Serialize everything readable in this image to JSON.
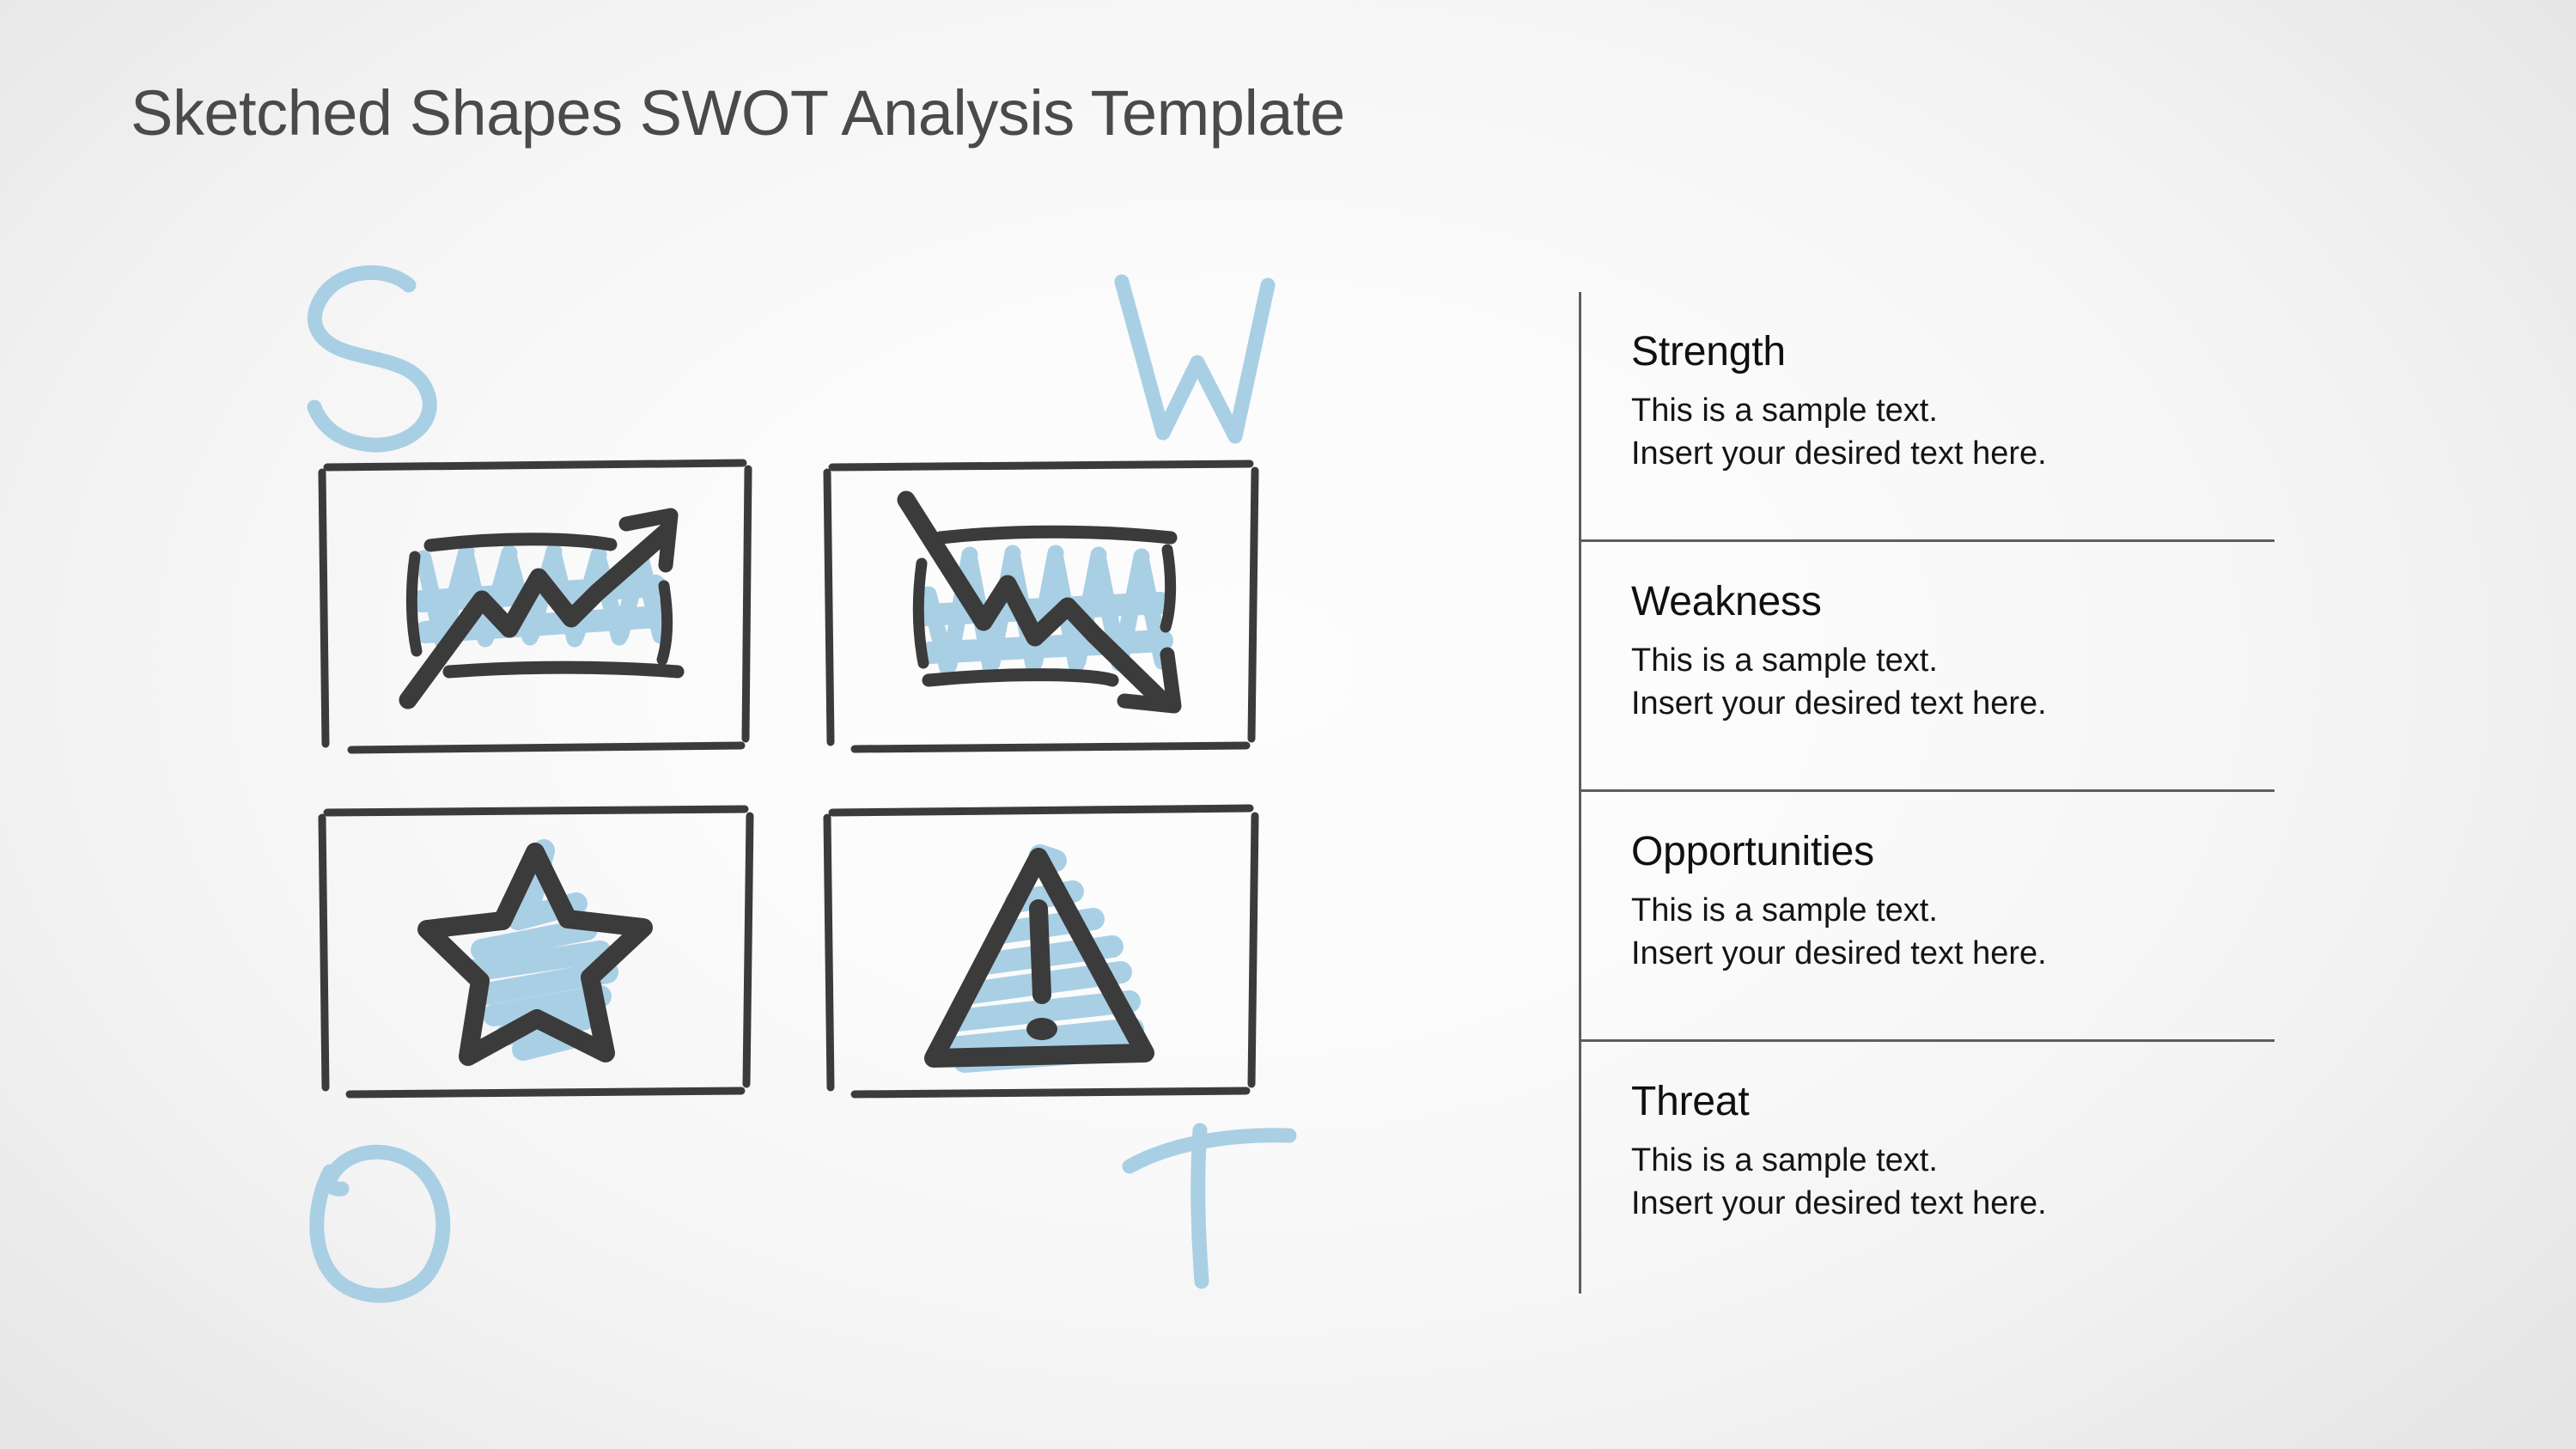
{
  "slide": {
    "title": "Sketched Shapes SWOT Analysis Template",
    "background_center": "#fbfbfb",
    "background_edge": "#dedede"
  },
  "colors": {
    "title_text": "#4a4a4a",
    "sketch_ink": "#3b3b3b",
    "accent_blue": "#a9cfe5",
    "divider": "#5d5d5d",
    "body_text": "#151515"
  },
  "swot_letters": [
    {
      "id": "s",
      "label": "S",
      "meaning": "Strength",
      "color": "#a9cfe5"
    },
    {
      "id": "w",
      "label": "W",
      "meaning": "Weakness",
      "color": "#a9cfe5"
    },
    {
      "id": "o",
      "label": "O",
      "meaning": "Opportunities",
      "color": "#a9cfe5"
    },
    {
      "id": "t",
      "label": "T",
      "meaning": "Threat",
      "color": "#a9cfe5"
    }
  ],
  "icon_boxes": [
    {
      "id": "strength",
      "icon": "rising-chart-arrow-icon",
      "letter": "S"
    },
    {
      "id": "weakness",
      "icon": "falling-chart-arrow-icon",
      "letter": "W"
    },
    {
      "id": "opportunities",
      "icon": "star-icon",
      "letter": "O"
    },
    {
      "id": "threat",
      "icon": "warning-triangle-icon",
      "letter": "T"
    }
  ],
  "panel": {
    "sections": [
      {
        "heading": "Strength",
        "line1": "This is a sample text.",
        "line2": "Insert your desired text here."
      },
      {
        "heading": "Weakness",
        "line1": "This is a sample text.",
        "line2": "Insert your desired text here."
      },
      {
        "heading": "Opportunities",
        "line1": "This is a sample text.",
        "line2": "Insert your desired text here."
      },
      {
        "heading": "Threat",
        "line1": "This is a sample text.",
        "line2": "Insert your desired text here."
      }
    ]
  }
}
